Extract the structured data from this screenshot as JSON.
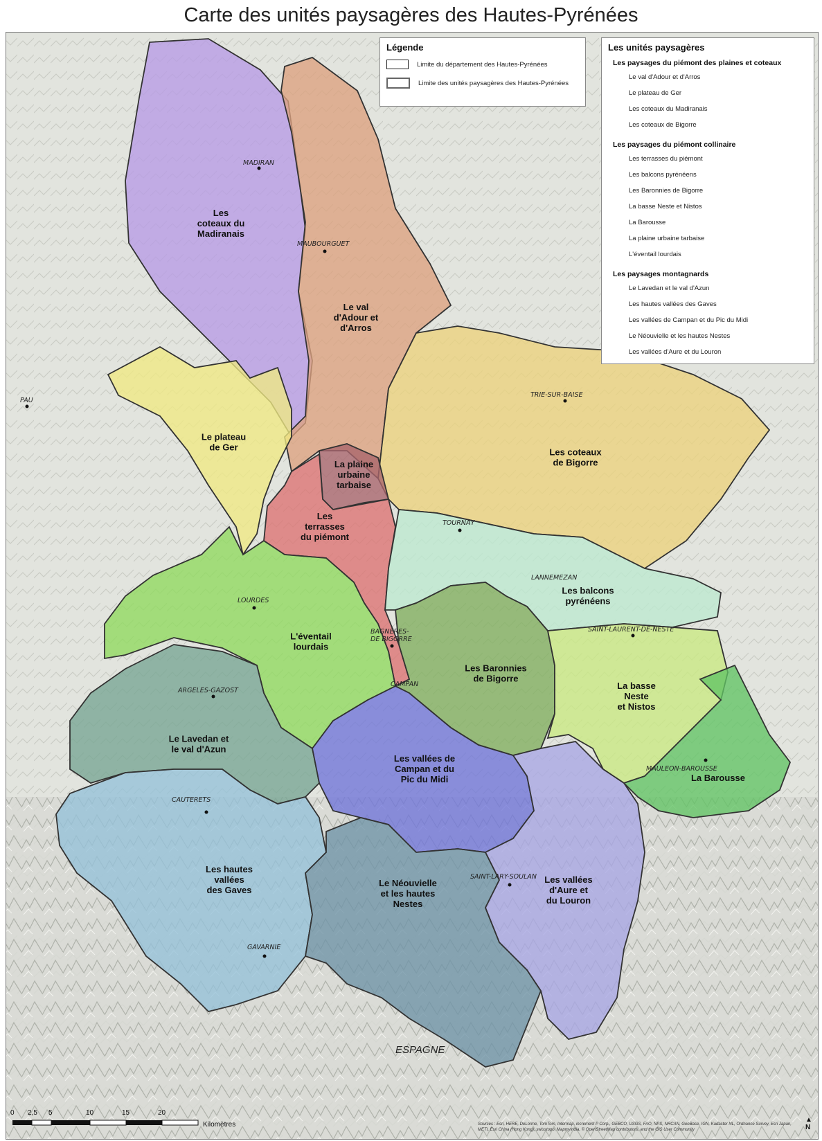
{
  "title": "Carte des unités paysagères des Hautes-Pyrénées",
  "legend": {
    "title": "Légende",
    "dept_limit": "Limite du département des Hautes-Pyrénées",
    "unit_limit": "Limite des unités paysagères des Hautes-Pyrénées"
  },
  "units_legend": {
    "title": "Les unités paysagères",
    "groups": [
      {
        "name": "Les paysages du piémont des plaines et coteaux",
        "items": [
          "Le val d'Adour et d'Arros",
          "Le plateau de Ger",
          "Les coteaux du Madiranais",
          "Les coteaux de Bigorre"
        ]
      },
      {
        "name": "Les paysages du piémont collinaire",
        "items": [
          "Les terrasses du piémont",
          "Les balcons pyrénéens",
          "Les Baronnies de Bigorre",
          "La basse Neste et Nistos",
          "La Barousse",
          "La plaine urbaine tarbaise",
          "L'éventail lourdais"
        ]
      },
      {
        "name": "Les paysages montagnards",
        "items": [
          "Le Lavedan et le val d'Azun",
          "Les hautes vallées des Gaves",
          "Les vallées de Campan et du Pic du Midi",
          "Le Néouvielle et les hautes Nestes",
          "Les vallées d'Aure et du Louron"
        ]
      }
    ]
  },
  "regions": [
    {
      "id": "madiranais",
      "label": [
        "Les",
        "coteaux du",
        "Madiranais"
      ],
      "color": "#b79be6"
    },
    {
      "id": "adour",
      "label": [
        "Le val",
        "d'Adour et",
        "d'Arros"
      ],
      "color": "#dda27f"
    },
    {
      "id": "ger",
      "label": [
        "Le plateau",
        "de Ger"
      ],
      "color": "#efe983"
    },
    {
      "id": "bigorre",
      "label": [
        "Les coteaux",
        "de Bigorre"
      ],
      "color": "#ecd27c"
    },
    {
      "id": "tarbaise",
      "label": [
        "La plaine",
        "urbaine",
        "tarbaise"
      ],
      "color": "#a8646c"
    },
    {
      "id": "terrasses",
      "label": [
        "Les",
        "terrasses",
        "du piémont"
      ],
      "color": "#dd7272"
    },
    {
      "id": "balcons",
      "label": [
        "Les balcons",
        "pyrénéens"
      ],
      "color": "#bde9cf"
    },
    {
      "id": "lourdais",
      "label": [
        "L'éventail",
        "lourdais"
      ],
      "color": "#8fda5e"
    },
    {
      "id": "baronnies",
      "label": [
        "Les Baronnies",
        "de Bigorre"
      ],
      "color": "#80ae5e"
    },
    {
      "id": "neste",
      "label": [
        "La basse",
        "Neste",
        "et Nistos"
      ],
      "color": "#c9e982"
    },
    {
      "id": "barousse",
      "label": [
        "La Barousse"
      ],
      "color": "#62c464"
    },
    {
      "id": "lavedan",
      "label": [
        "Le Lavedan et",
        "le val d'Azun"
      ],
      "color": "#77a594"
    },
    {
      "id": "campan",
      "label": [
        "Les vallées de",
        "Campan et du",
        "Pic du Midi"
      ],
      "color": "#6f74d8"
    },
    {
      "id": "gaves",
      "label": [
        "Les hautes",
        "vallées",
        "des Gaves"
      ],
      "color": "#95c1d8"
    },
    {
      "id": "neouvielle",
      "label": [
        "Le Néouvielle",
        "et les hautes",
        "Nestes"
      ],
      "color": "#6e93a6"
    },
    {
      "id": "aure",
      "label": [
        "Les vallées",
        "d'Aure et",
        "du Louron"
      ],
      "color": "#a8a6e4"
    }
  ],
  "towns": [
    "MADIRAN",
    "MAUBOURGUET",
    "PAU",
    "TRIE-SUR-BAISE",
    "TOURNAY",
    "LANNEMEZAN",
    "LOURDES",
    "BAGNERES-DE BIGORRE",
    "SAINT-LAURENT-DE-NESTE",
    "CAMPAN",
    "ARGELES-GAZOST",
    "MAULEON-BAROUSSE",
    "CAUTERETS",
    "SAINT-LARY-SOULAN",
    "GAVARNIE"
  ],
  "country": "ESPAGNE",
  "scale": {
    "ticks": [
      "0",
      "2,5",
      "5",
      "10",
      "15",
      "20"
    ],
    "unit": "Kilomètres"
  },
  "credits": "Sources : Esri, HERE, DeLorme, TomTom, Intermap, increment P Corp., GEBCO, USGS, FAO, NPS, NRCAN, GeoBase, IGN, Kadaster NL, Ordnance Survey, Esri Japan, METI, Esri China (Hong Kong), swisstopo, Mapmyindia, © OpenStreetMap contributors, and the GIS User Community",
  "north": "N"
}
